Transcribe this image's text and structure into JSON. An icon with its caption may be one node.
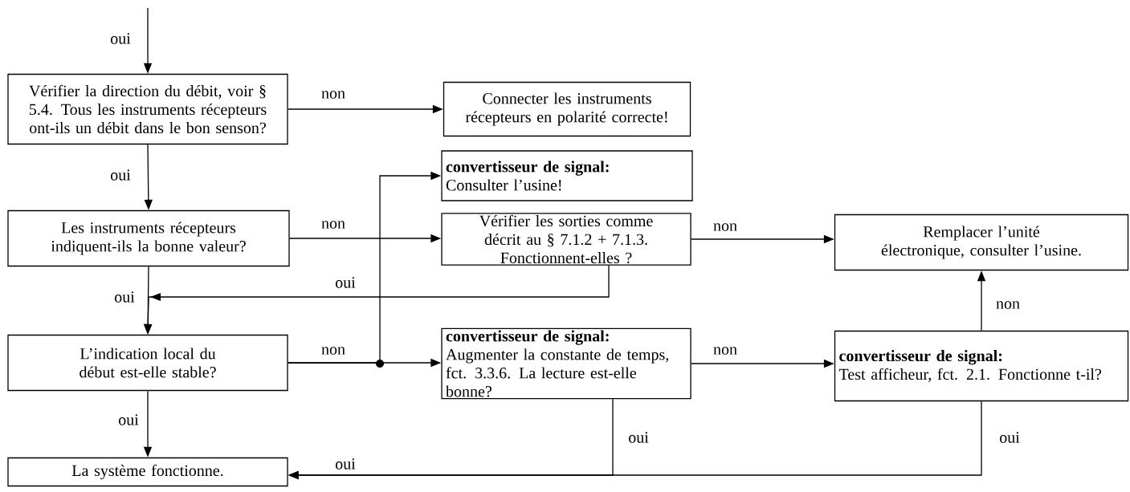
{
  "diagram": {
    "nodes": [
      {
        "text": [
          "Vérifier la direction du débit, voir § 5.4. Tous les instruments récepteurs ont-ils un débit dans le bon senson?"
        ]
      },
      {
        "text": [
          "Connecter les instruments récepteurs en polarité correcte!"
        ]
      },
      {
        "text": [
          "Les instruments récepteurs indiquent-ils la bonne valeur?"
        ]
      },
      {
        "text": [
          "convertisseur de signal:",
          "Consulter l’usine!"
        ]
      },
      {
        "text": [
          "Vérifier les sorties comme décrit au § 7.1.2 + 7.1.3. Fonctionnent-elles ?"
        ]
      },
      {
        "text": [
          "Remplacer l’unité électronique, consulter l’usine."
        ]
      },
      {
        "text": [
          "L’indication local du début est-elle stable?"
        ]
      },
      {
        "text": [
          "convertisseur de signal:",
          "Augmenter la constante de temps, fct. 3.3.6. La lecture est-elle bonne?"
        ]
      },
      {
        "text": [
          "convertisseur de signal:",
          "Test afficheur, fct. 2.1. Fonctionne t-il?"
        ]
      },
      {
        "text": [
          "La système fonctionne."
        ]
      }
    ],
    "edges": [
      {
        "from": null,
        "to": 0,
        "arrow": "to",
        "label": "oui"
      },
      {
        "from": 0,
        "to": 1,
        "arrow": "to",
        "label": "non"
      },
      {
        "from": 0,
        "to": 2,
        "arrow": "to",
        "label": "oui"
      },
      {
        "from": 2,
        "to": 4,
        "arrow": "to",
        "label": "non"
      },
      {
        "from": 4,
        "to": 5,
        "arrow": "to",
        "label": "non"
      },
      {
        "from": 4,
        "to": 6,
        "arrow": "to",
        "label": "oui"
      },
      {
        "from": 2,
        "to": 6,
        "arrow": "to",
        "label": "oui"
      },
      {
        "from": 6,
        "to": 7,
        "arrow": "to",
        "label": "non"
      },
      {
        "from": 6,
        "to": 3,
        "arrow": "to"
      },
      {
        "from": 7,
        "to": 8,
        "arrow": "to",
        "label": "non"
      },
      {
        "from": 8,
        "to": 5,
        "arrow": "to",
        "label": "non"
      },
      {
        "from": 6,
        "to": 9,
        "arrow": "to",
        "label": "oui"
      },
      {
        "from": 7,
        "to": 9,
        "arrow": "to",
        "label": "oui"
      },
      {
        "from": 8,
        "to": 9,
        "arrow": "to",
        "label": "oui"
      }
    ],
    "labels": [
      "oui"
    ]
  }
}
